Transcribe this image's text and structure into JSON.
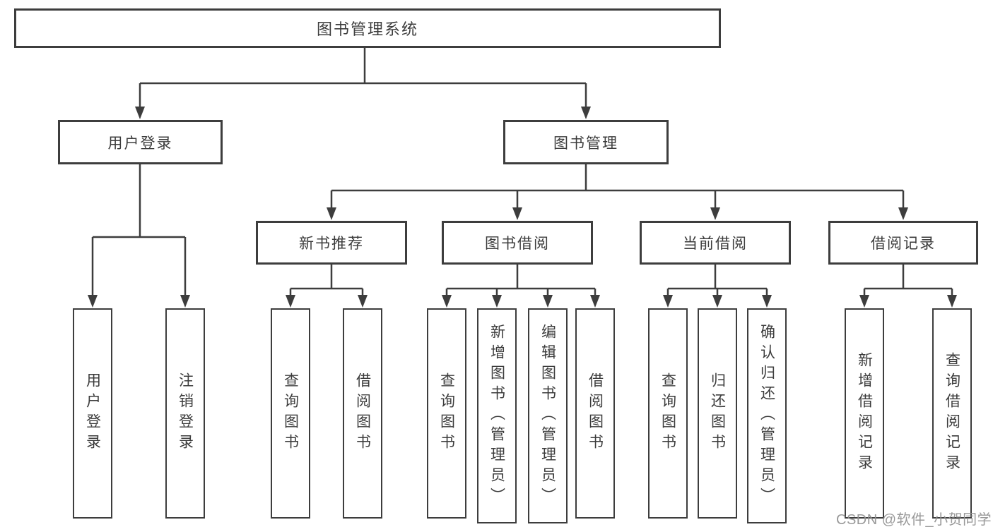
{
  "diagram": {
    "title": "图书管理系统",
    "tree": {
      "root": {
        "label": "图书管理系统"
      },
      "children": [
        {
          "label": "用户登录",
          "children": [
            {
              "label": "用户登录"
            },
            {
              "label": "注销登录"
            }
          ]
        },
        {
          "label": "图书管理",
          "children": [
            {
              "label": "新书推荐",
              "children": [
                {
                  "label": "查询图书"
                },
                {
                  "label": "借阅图书"
                }
              ]
            },
            {
              "label": "图书借阅",
              "children": [
                {
                  "label": "查询图书"
                },
                {
                  "label": "新增图书（管理员）"
                },
                {
                  "label": "编辑图书（管理员）"
                },
                {
                  "label": "借阅图书"
                }
              ]
            },
            {
              "label": "当前借阅",
              "children": [
                {
                  "label": "查询图书"
                },
                {
                  "label": "归还图书"
                },
                {
                  "label": "确认归还（管理员）"
                }
              ]
            },
            {
              "label": "借阅记录",
              "children": [
                {
                  "label": "新增借阅记录"
                },
                {
                  "label": "查询借阅记录"
                }
              ]
            }
          ]
        }
      ]
    },
    "colors": {
      "line": "#3d3d3d",
      "text": "#3c3c3c",
      "background": "#ffffff",
      "watermark": "#949494"
    }
  },
  "watermark": {
    "text": "CSDN @软件_小贺同学"
  }
}
